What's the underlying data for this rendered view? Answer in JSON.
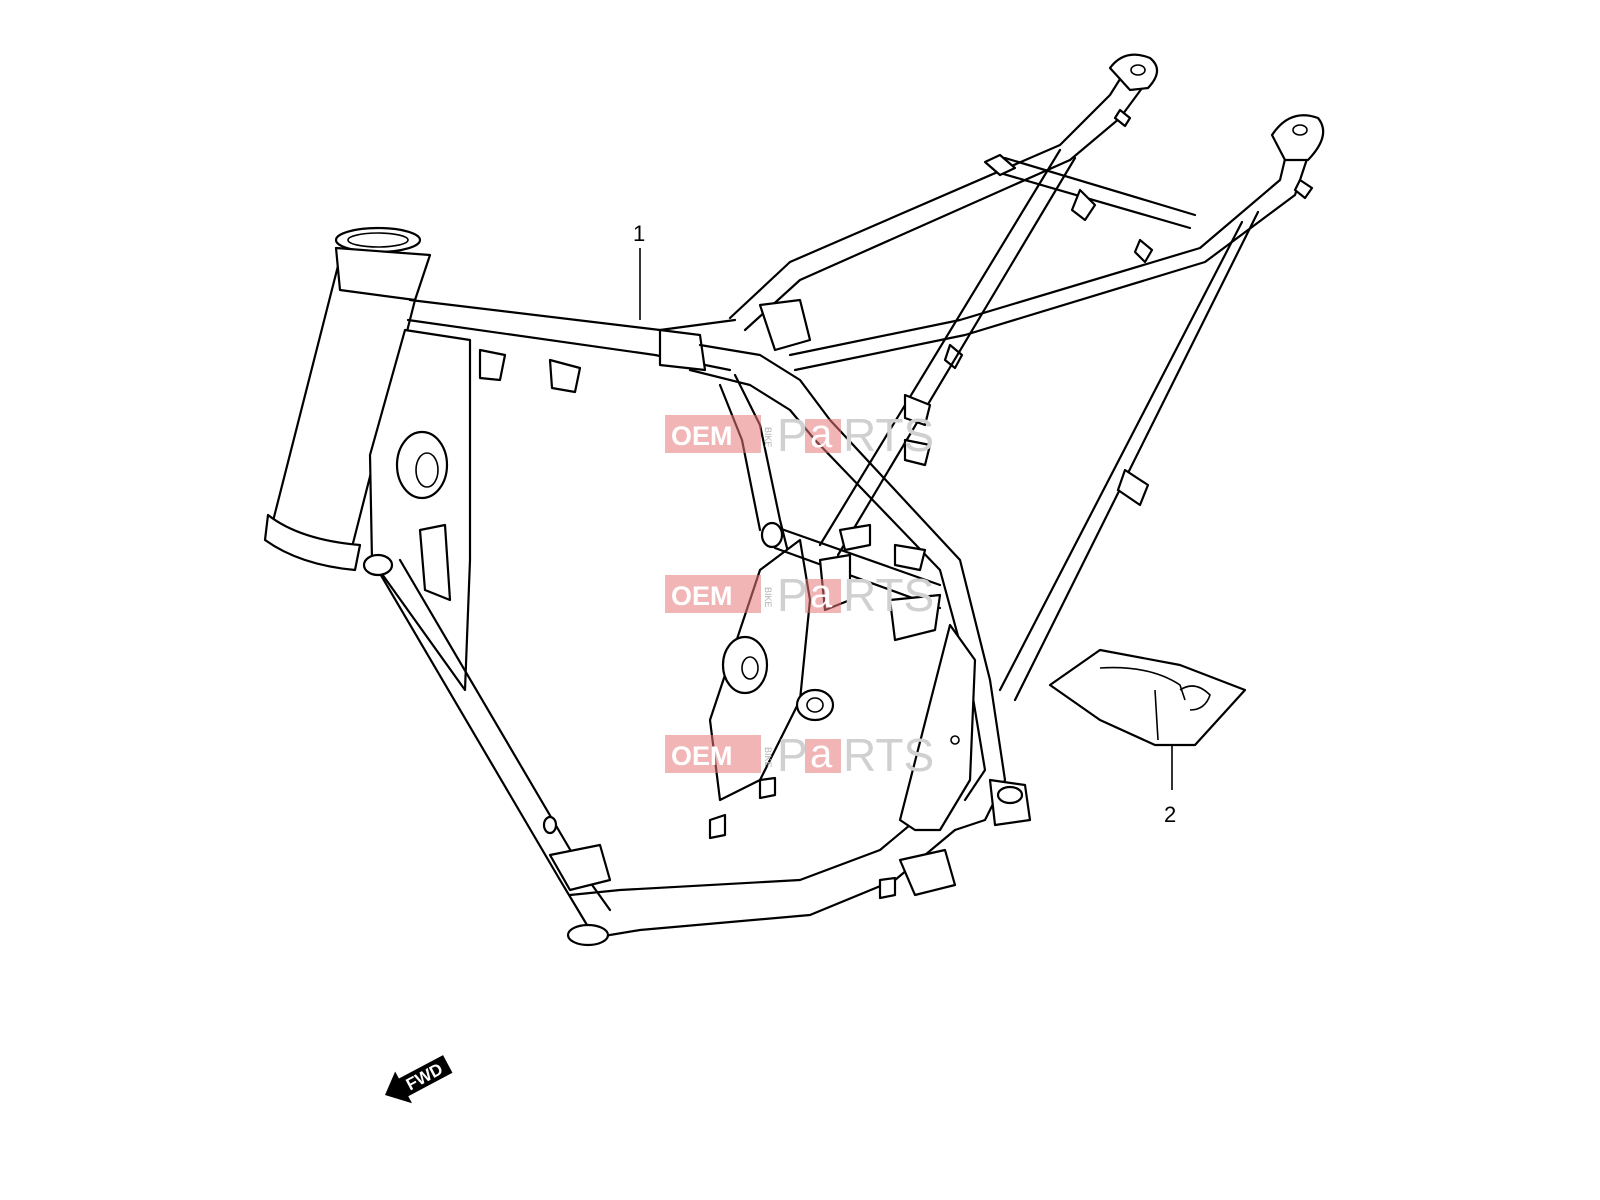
{
  "callouts": [
    {
      "number": "1",
      "part": "frame"
    },
    {
      "number": "2",
      "part": "frame-plate"
    }
  ],
  "watermark": {
    "oem": "OEM",
    "bike": "BIKE",
    "p": "P",
    "a": "a",
    "rts": "RTS",
    "color": "#e87878"
  },
  "direction_indicator": {
    "label": "FWD"
  },
  "colors": {
    "line": "#000000",
    "background": "#ffffff",
    "watermark": "#e87878"
  }
}
